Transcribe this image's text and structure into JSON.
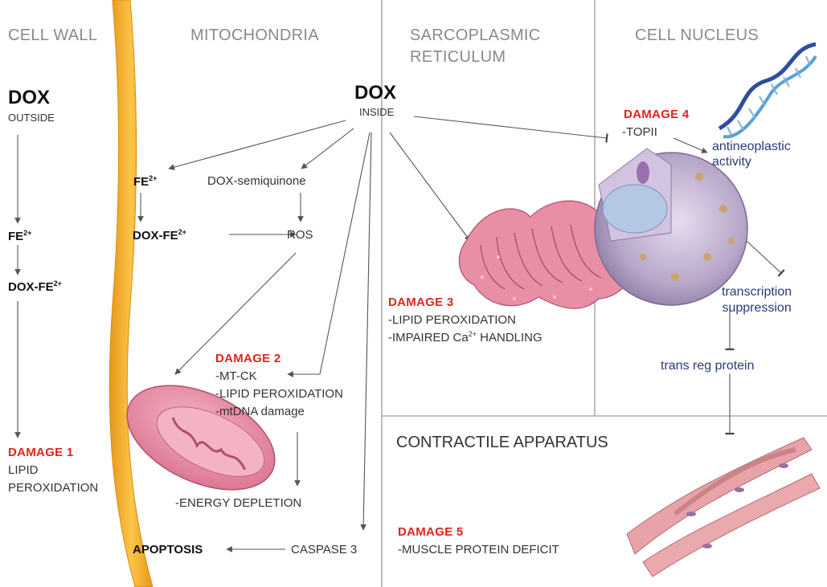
{
  "headers": {
    "cell_wall": "CELL WALL",
    "mitochondria": "MITOCHONDRIA",
    "sarcoplasmic_1": "SARCOPLASMIC",
    "sarcoplasmic_2": "RETICULUM",
    "cell_nucleus": "CELL NUCLEUS",
    "contractile": "CONTRACTILE APPARATUS"
  },
  "outside": {
    "dox": "DOX",
    "label": "OUTSIDE",
    "fe": "FE",
    "dox_fe": "DOX-FE",
    "charge": "2+"
  },
  "inside": {
    "dox": "DOX",
    "label": "INSIDE"
  },
  "mito_chain": {
    "fe": "FE",
    "dox_fe": "DOX-FE",
    "charge": "2+",
    "semiquinone": "DOX-semiquinone",
    "ros": "ROS"
  },
  "damage1": {
    "title": "DAMAGE 1",
    "lines": [
      "LIPID",
      "PEROXIDATION"
    ]
  },
  "damage2": {
    "title": "DAMAGE 2",
    "lines": [
      "-MT-CK",
      "-LIPID PEROXIDATION",
      "-mtDNA damage"
    ]
  },
  "damage3": {
    "title": "DAMAGE 3",
    "line1": "-LIPID PEROXIDATION",
    "line2_pre": "-IMPAIRED Ca",
    "line2_sup": "2+",
    "line2_post": " HANDLING"
  },
  "damage4": {
    "title": "DAMAGE 4",
    "topii": "-TOPII"
  },
  "damage5": {
    "title": "DAMAGE 5",
    "line": "-MUSCLE PROTEIN DEFICIT"
  },
  "energy": "-ENERGY DEPLETION",
  "caspase": "CASPASE 3",
  "apoptosis": "APOPTOSIS",
  "antineoplastic": [
    "antineoplastic",
    "activity"
  ],
  "transcription": [
    "transcription",
    "suppression"
  ],
  "trans_reg": "trans reg protein",
  "colors": {
    "wall": "#f7b529",
    "wall_edge": "#e59a12",
    "damage": "#e2231a",
    "arrow": "#555555",
    "divider": "#9a9a9a",
    "mito": "#e88fa6",
    "nucleus": "#b9a9c9",
    "dna": "#2d4ea0",
    "muscle": "#e7a3a8"
  }
}
